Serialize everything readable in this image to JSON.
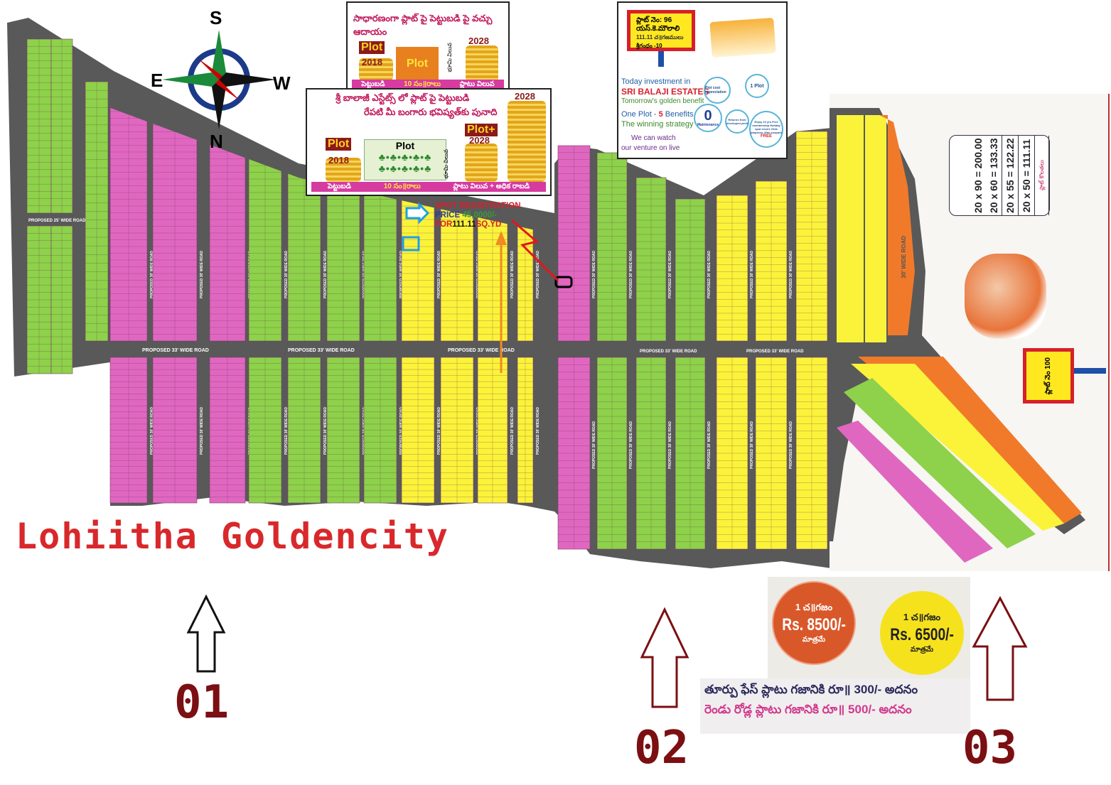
{
  "compass": {
    "north": "N",
    "south": "S",
    "east": "E",
    "west": "W"
  },
  "title": "Lohiitha Goldencity",
  "roads": {
    "main_horizontal": "PROPOSED 33' WIDE ROAD",
    "vertical": "PROPOSED 30' WIDE ROAD",
    "left_strip": "PROPOSED 25' WIDE ROAD"
  },
  "spot_registration": {
    "heading": "SPOT REGISTRATION",
    "price_label": "PRICE",
    "price_value": "45,0000/-",
    "for_label": "FOR",
    "area": "111.11",
    "unit": "SQ.YD"
  },
  "ad_investment_1": {
    "heading": "సాధారణంగా ప్లాట్ పై పెట్టుబడి పై వచ్చు ఆదాయం",
    "plot": "Plot",
    "year_start": "2018",
    "year_end": "2028",
    "axis": "భూమి విలువ",
    "bar_left": "పెట్టుబడి",
    "bar_mid": "10 సం॥రాలు",
    "bar_right": "ప్లాటు విలువ"
  },
  "ad_investment_2": {
    "heading_line1": "శ్రీ బాలాజీ ఎస్టేట్స్ లో ప్లాట్ పై పెట్టుబడి",
    "heading_line2": "రేపటి మీ బంగారు భవిష్యత్‌కు పునాది",
    "plot": "Plot",
    "plot_plus": "Plot+",
    "year_start": "2018",
    "year_end": "2028",
    "axis": "భూమి విలువ",
    "bar_left": "పెట్టుబడి",
    "bar_mid": "10 సం॥రాలు",
    "bar_right": "ప్లాటు విలువ + అధిక రాబడి"
  },
  "ad_balaji": {
    "sign_line1": "ప్లాట్ నెం: 96",
    "sign_line2": "యస్.కె.మౌలాలి",
    "sign_line3": "111.11 చ॥గజములు",
    "sign_line4": "శ్రీగంధం -10",
    "line1": "Today investment in",
    "line2": "SRI BALAJI ESTATES",
    "line3": "Tomorrow's golden benefit",
    "line4a": "One Plot - ",
    "line4b": "5",
    "line4c": " Benefits",
    "line5": "The winning strategy",
    "line6": "We can watch",
    "line7": "our venture on live",
    "bubble_plot": "1 Plot",
    "bubble_cost": "Plot cost appreciation",
    "bubble_zero": "0",
    "bubble_maint": "Maintenance",
    "bubble_returns": "Returns from developed yield",
    "bubble_enjoy": "Enjoy 10 yrs Free membership Holiday spot resort, Kids playzone, Mini zoopark",
    "bubble_free": "FREE"
  },
  "size_table": {
    "heading": "ప్లాట్ కొలతలు",
    "rows": [
      "20 x 50 = 111.11",
      "20 x 55 = 122.22",
      "20 x 60 = 133.33",
      "20 x 90 = 200.00"
    ]
  },
  "right_panel": {
    "sign": "ప్లాట్ నెం 100",
    "road_label": "30' WIDE ROAD"
  },
  "prices": {
    "unit": "1 చ॥గజం",
    "orange_price": "Rs. 8500/-",
    "yellow_price": "Rs. 6500/-",
    "only": "మాత్రమే",
    "east_facing": "తూర్పు ఫేస్ ప్లాటు గజానికి రూ॥ 300/- అదనం",
    "two_roads": "రెండు రోడ్ల ప్లాటు గజానికి రూ॥ 500/- అదనం"
  },
  "phases": [
    "01",
    "02",
    "03"
  ],
  "colors": {
    "road": "#595959",
    "pink": "#e067c0",
    "green": "#8ed14a",
    "yellow": "#fbf33a",
    "orange": "#f07a2a",
    "title": "#d8282b",
    "phase": "#7b0f12"
  }
}
